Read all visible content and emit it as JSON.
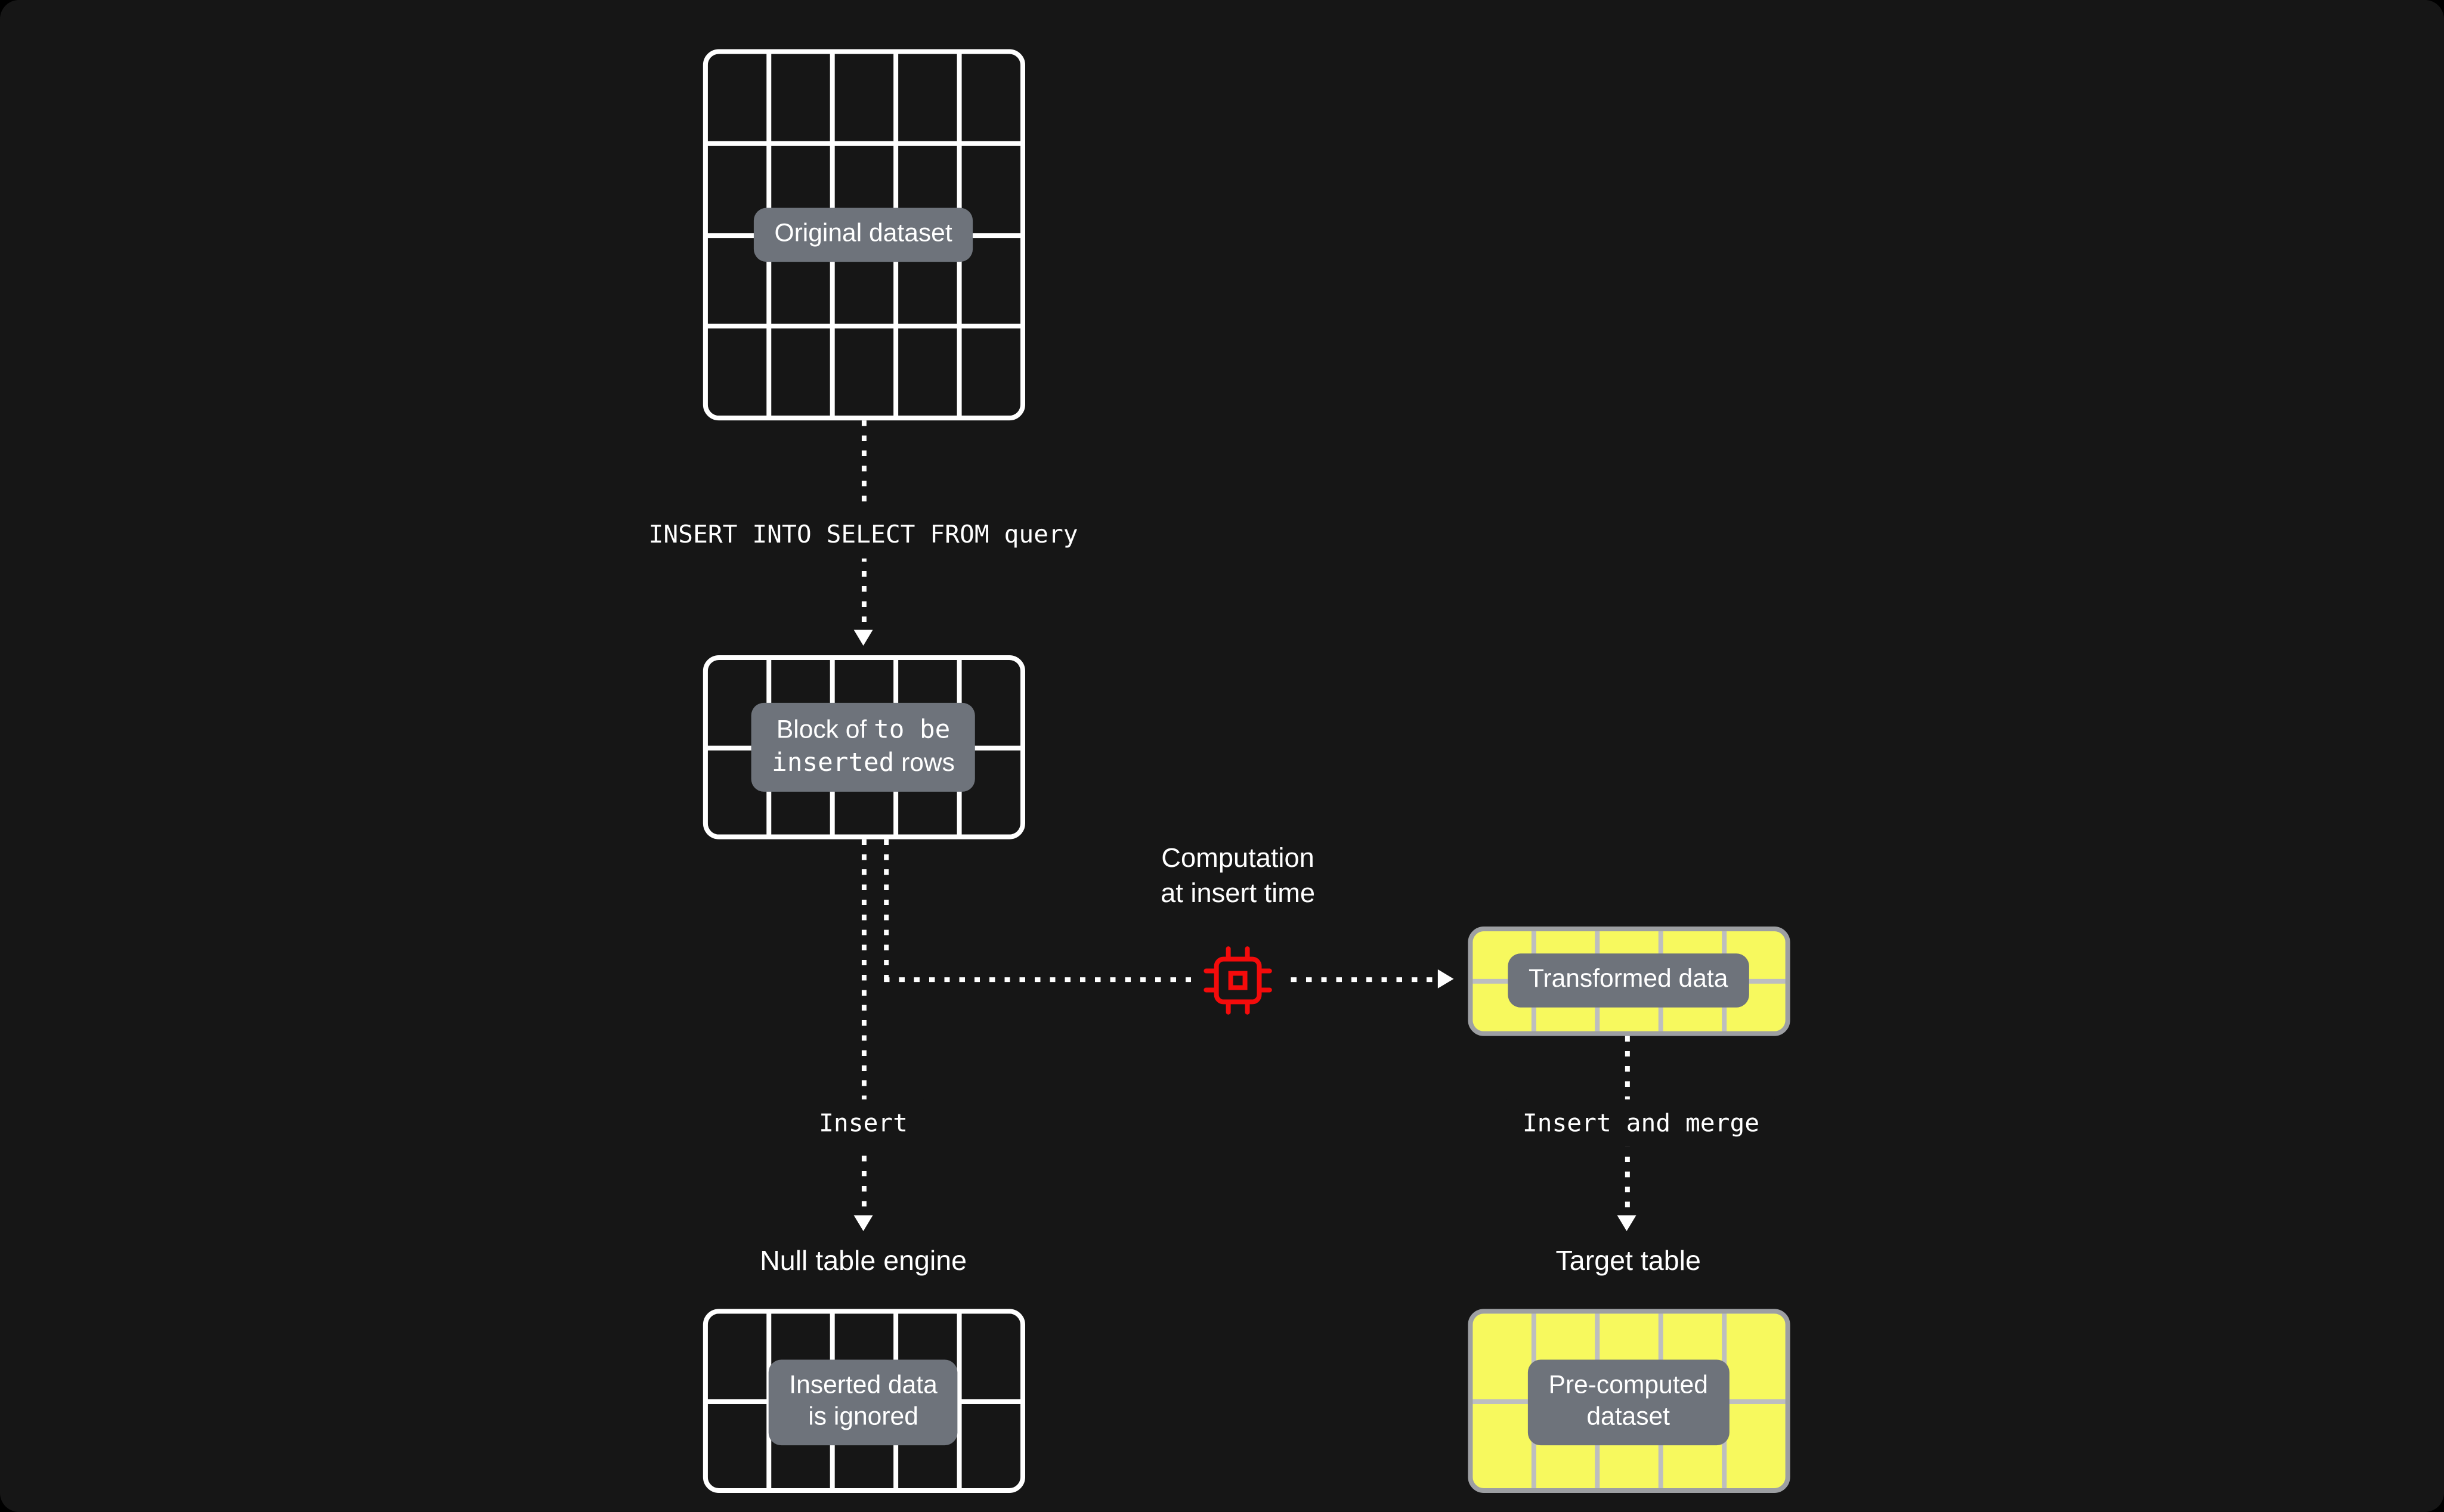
{
  "diagram": {
    "original": {
      "label": "Original dataset"
    },
    "insert_select_query": "INSERT INTO SELECT FROM query",
    "block": {
      "line1_sans": "Block of ",
      "line1_mono": "to be",
      "line2_mono": "inserted",
      "line2_sans": " rows"
    },
    "computation": {
      "line1": "Computation",
      "line2": "at insert time"
    },
    "transformed": {
      "label": "Transformed data"
    },
    "insert_label": "Insert",
    "insert_merge_label": "Insert and merge",
    "null_engine": {
      "title": "Null table engine",
      "line1": "Inserted data",
      "line2": "is ignored"
    },
    "target": {
      "title": "Target table",
      "line1": "Pre-computed",
      "line2": "dataset"
    }
  },
  "colors": {
    "background": "#000000",
    "panel": "#161616",
    "grid_line_white": "#ffffff",
    "badge_bg": "#6e737b",
    "badge_text": "#ffffff",
    "yellow_fill": "#f7f95e",
    "yellow_border": "#9d9fa2",
    "yellow_grid_line": "#bdbec0",
    "red_accent": "#f40b0b"
  }
}
